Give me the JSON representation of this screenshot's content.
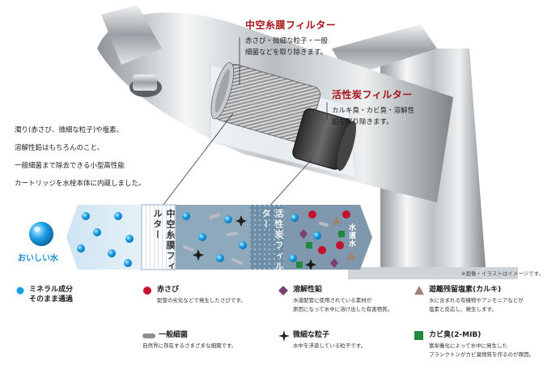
{
  "hollow_fiber": {
    "title": "中空糸膜フィルター",
    "desc_lines": [
      "赤さび・微細な粒子・一般",
      "細菌などを取り除きます。"
    ],
    "band_label": "中空糸膜フィルター"
  },
  "activated_carbon": {
    "title": "活性炭フィルター",
    "desc_lines": [
      "カルキ臭・カビ臭・溶解性",
      "鉛を取り除きます。"
    ],
    "band_label": "活性炭フィルター"
  },
  "intro_lines": [
    "濁り(赤さび、微細な粒子)や塩素、",
    "溶解性鉛はもちろんのこと、",
    "一般細菌まで除去できる小型高性能",
    "カートリッジを水栓本体に内蔵しました。"
  ],
  "tap_water_label": "水道水",
  "output_label": "おいしい水",
  "note": "※画像・イラストはイメージです。",
  "legend": [
    {
      "icon": "mineral-icon",
      "title_lines": [
        "ミネラル成分",
        "そのまま通過"
      ],
      "desc_lines": []
    },
    {
      "icon": "rust-icon",
      "title_lines": [
        "赤さび"
      ],
      "desc_lines": [
        "配管の劣化などで発生したさびです。"
      ]
    },
    {
      "icon": "lead-icon",
      "title_lines": [
        "溶解性鉛"
      ],
      "desc_lines": [
        "水道配管に使用されている素材が",
        "原因になって水中に溶け出した有害物質。"
      ]
    },
    {
      "icon": "chlorine-icon",
      "title_lines": [
        "遊離残留塩素(カルキ)"
      ],
      "desc_lines": [
        "水に含まれる有機物やアンモニアなどが",
        "塩素と反応し、発生します。"
      ]
    },
    {
      "icon": "bacteria-icon",
      "title_lines": [
        "一般細菌"
      ],
      "desc_lines": [
        "自然界に存在するさまざまな細菌です。"
      ]
    },
    {
      "icon": "particle-icon",
      "title_lines": [
        "微細な粒子"
      ],
      "desc_lines": [
        "水中を浮遊している粒子です。"
      ]
    },
    {
      "icon": "mold-icon",
      "title_lines": [
        "カビ臭(2-MIB)"
      ],
      "desc_lines": [
        "富栄養化によって水中に発生した",
        "プランクトンがカビ臭物質を作るのが原因。"
      ]
    }
  ],
  "colors": {
    "title_red": "#a8141c",
    "mineral": "#1aa0e6",
    "rust": "#c8102e",
    "lead": "#7a3f73",
    "chlorine": "#9c8577",
    "bacteria": "#8a8d96",
    "particle": "#1e1e1e",
    "mold": "#1f8a3c"
  }
}
